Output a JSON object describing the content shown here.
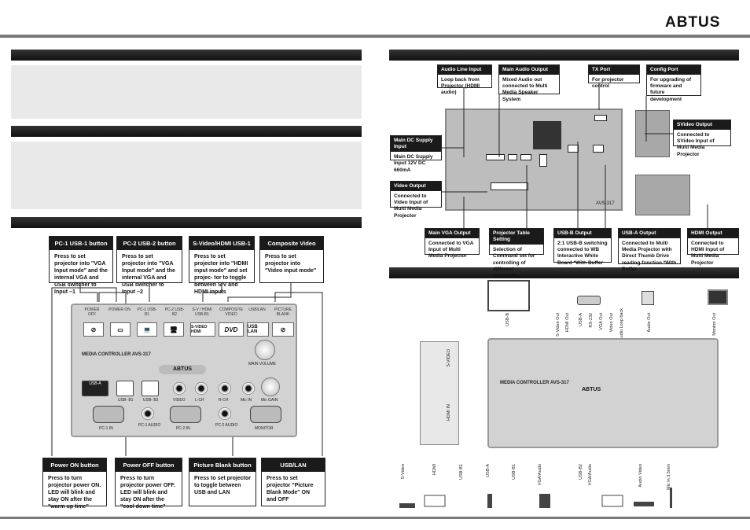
{
  "brand": "ABTUS",
  "left": {
    "buttons_top": [
      {
        "title": "PC-1 USB-1 button",
        "text": "Press to set projector into \"VGA Input mode\" and the internal VGA and USB switcher to Input –1"
      },
      {
        "title": "PC-2 USB-2 button",
        "text": "Press to set projector into \"VGA Input mode\" and the internal VGA and USB switcher to Input –2"
      },
      {
        "title": "S-Video/HDMI USB-1",
        "text": "Press to set projector into \"HDMI input mode\" and set projec- tor to toggle between S/V and HDMI inputs"
      },
      {
        "title": "Composite Video",
        "text": "Press to set projector into \"Video input mode\""
      }
    ],
    "buttons_bottom": [
      {
        "title": "Power ON button",
        "text": "Press to turn projector power ON. LED will blink and stay ON after the \"warm up time\""
      },
      {
        "title": "Power OFF button",
        "text": "Press to turn projector power OFF. LED will blink and stay ON after the \"cool down time\""
      },
      {
        "title": "Picture Blank button",
        "text": "Press to set projector to toggle between USB and LAN"
      },
      {
        "title": "USB/LAN",
        "text": "Press to set projector \"Picture Blank Mode\" ON and OFF"
      }
    ],
    "panel": {
      "switch_labels": [
        "POWER OFF",
        "POWER ON",
        "PC-1 USB-B1",
        "PC-2 USB-B2",
        "S-V / HDMI USB-B1",
        "COMPOSITE VIDEO",
        "USB/LAN",
        "PICTURE BLANK"
      ],
      "tile_labels": [
        "",
        "",
        "",
        "",
        "S-VIDEO HDMI",
        "DVD",
        "USB LAN",
        ""
      ],
      "name": "MEDIA CONTROLLER AVS-317",
      "main_volume": "MAIN VOLUME",
      "row1": [
        "USB-A",
        "USB- B1",
        "USB- B2",
        "VIDEO",
        "L-CH",
        "R-CH",
        "Mic IN",
        "Mic GAIN"
      ],
      "row2": [
        "PC-1 IN",
        "PC-1 AUDIO",
        "PC-2 IN",
        "PC-2 AUDIO",
        "MONITOR"
      ]
    }
  },
  "right": {
    "callouts": [
      {
        "title": "Audio Line Input",
        "text": "Loop back from Projector (HDMI audio)"
      },
      {
        "title": "Main Audio Output",
        "text": "Mixed Audio out connected to Multi Media Speaker System"
      },
      {
        "title": "TX Port",
        "text": "For projector control"
      },
      {
        "title": "Config Port",
        "text": "For upgrading of firmware and future development"
      },
      {
        "title": "Main DC Supply Input",
        "text": "Main DC Supply Input 12V DC 660mA"
      },
      {
        "title": "SVideo Output",
        "text": "Connected to SVideo Input of Multi Media Projector"
      },
      {
        "title": "Video Output",
        "text": "Connected to Video Input of Multi Media Projector"
      },
      {
        "title": "Main VGA Output",
        "text": "Connected to VGA Input of Multi Media Projector"
      },
      {
        "title": "Projector Table Setting",
        "text": "Selection of Command set for controlling of different projectors."
      },
      {
        "title": "USB-B Output",
        "text": "2:1 USB-B switching connected to WB Interactive White Board *With Buffer"
      },
      {
        "title": "USB-A Output",
        "text": "Connected to Multi Media Projector with Direct Thumb Drive reading function *With Buffer"
      },
      {
        "title": "HDMI Output",
        "text": "Connected to HDMI Input of Multi Media Projector"
      }
    ],
    "board_label": "AVS-317",
    "top_connections": [
      "USB-B",
      "S-Video Out",
      "HDMI Out",
      "USB-A",
      "RS-232",
      "VGA Out",
      "Video Out",
      "Audio Loop back",
      "Audio Out",
      "Monitor Out"
    ],
    "bottom_connections": [
      "S-Video",
      "HDMI",
      "USB-B1",
      "USB-A",
      "USB-B1",
      "VGA/Audio",
      "USB-B2",
      "VGA/Audio",
      "Audio Video",
      "Mic In 3.5mm"
    ],
    "side_labels": [
      "S-VIDEO",
      "HDMI IN"
    ]
  }
}
